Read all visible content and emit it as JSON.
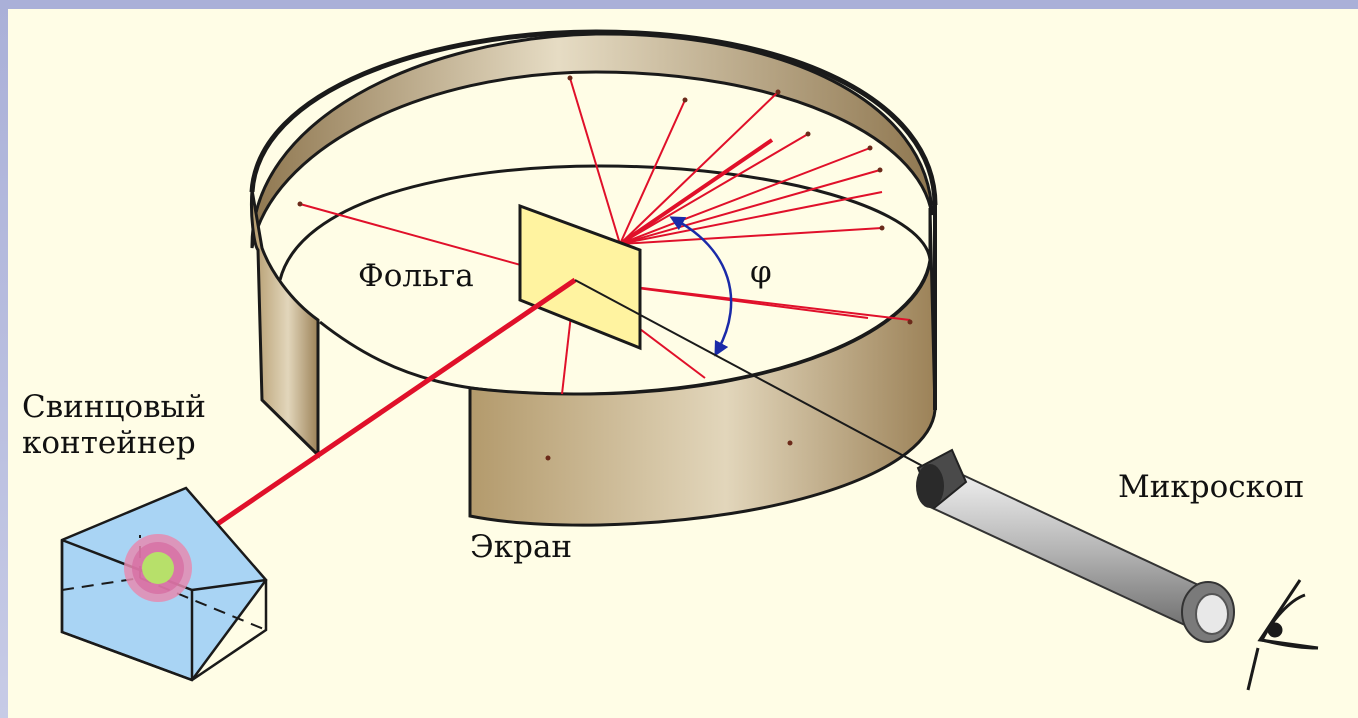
{
  "labels": {
    "foil": "Фольга",
    "angle": "φ",
    "container": "Свинцовый\nконтейнер",
    "screen": "Экран",
    "microscope": "Микроскоп"
  },
  "colors": {
    "screen_band": "#b59b6e",
    "ray": "#e0102a",
    "foil": "#fff3a0",
    "container": "#a9d4f4",
    "angle_arrow": "#1a2aa8",
    "background": "#fffde6"
  }
}
